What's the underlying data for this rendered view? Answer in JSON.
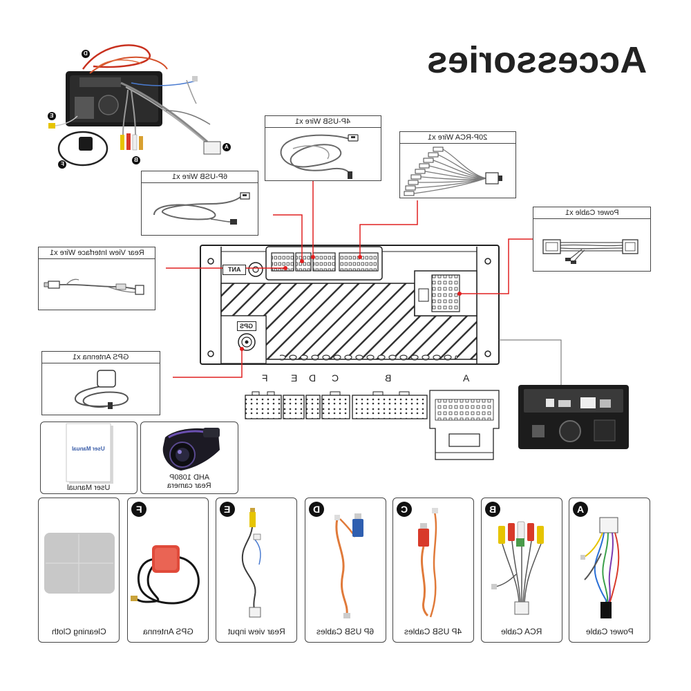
{
  "title": "Accessories",
  "wire_boxes": {
    "usb4p": "4P-USB Wire x1",
    "rca20p": "20P-RCA Wire x1",
    "usb6p": "6P-USB Wire x1",
    "power": "Power Cable x1",
    "rear_view": "Rear View Interface Wire x1",
    "gps": "GPS Antenna x1"
  },
  "unit": {
    "ant_label": "ANT",
    "gps_label": "GPS"
  },
  "connector_letters": [
    "F",
    "E",
    "D",
    "C",
    "B",
    "A"
  ],
  "photo_letters": {
    "d": "D",
    "e": "E",
    "f": "F",
    "b": "B",
    "a": "A"
  },
  "extras": {
    "manual_cover": "User Manual",
    "manual_label": "User Manual",
    "camera_label_1": "AHD 1080P",
    "camera_label_2": "Rear camera"
  },
  "items": [
    {
      "letter": "",
      "label": "Cleaning Cloth"
    },
    {
      "letter": "F",
      "label": "GPS Antenna"
    },
    {
      "letter": "E",
      "label": "Rear view input"
    },
    {
      "letter": "D",
      "label": "6P USB Cables"
    },
    {
      "letter": "C",
      "label": "4P USB Cables"
    },
    {
      "letter": "B",
      "label": "RCA Cable"
    },
    {
      "letter": "A",
      "label": "Power Cable"
    }
  ],
  "colors": {
    "callout_line": "#e02020",
    "frame": "#222222"
  }
}
